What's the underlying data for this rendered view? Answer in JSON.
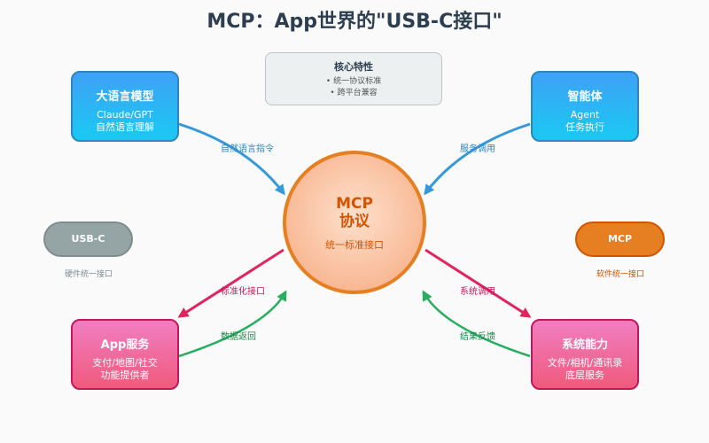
{
  "title": "MCP：App世界的\"USB-C接口\"",
  "core_features": {
    "title": "核心特性",
    "items": [
      "• 统一协议标准",
      "• 跨平台兼容"
    ]
  },
  "center": {
    "name_line1": "MCP",
    "name_line2": "协议",
    "subtitle": "统一标准接口"
  },
  "nodes": {
    "llm": {
      "name": "大语言模型",
      "line1": "Claude/GPT",
      "line2": "自然语言理解"
    },
    "agent": {
      "name": "智能体",
      "line1": "Agent",
      "line2": "任务执行"
    },
    "app": {
      "name": "App服务",
      "line1": "支付/地图/社交",
      "line2": "功能提供者"
    },
    "sys": {
      "name": "系统能力",
      "line1": "文件/相机/通讯录",
      "line2": "底层服务"
    }
  },
  "edges": {
    "llm_to_mcp": "自然语言指令",
    "agent_to_mcp": "服务调用",
    "mcp_to_app": "标准化接口",
    "app_to_mcp": "数据返回",
    "mcp_to_sys": "系统调用",
    "sys_to_mcp": "结果反馈"
  },
  "comparison": {
    "usb_label": "USB-C",
    "usb_caption": "硬件统一接口",
    "mcp_label": "MCP",
    "mcp_caption": "软件统一接口"
  },
  "colors": {
    "blue": "#3498db",
    "red": "#e0245e",
    "green": "#27ae60",
    "orange": "#e67e22",
    "gray": "#95a5a6"
  }
}
